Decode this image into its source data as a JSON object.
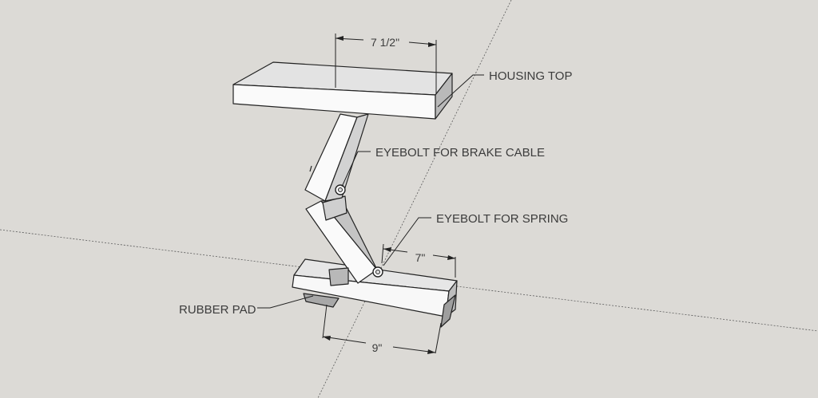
{
  "dimensions": {
    "top_width": "7 1/2\"",
    "spring_offset": "7\"",
    "base_length": "9\""
  },
  "labels": {
    "housing_top": "HOUSING TOP",
    "eyebolt_brake_cable": "EYEBOLT FOR BRAKE CABLE",
    "eyebolt_spring": "EYEBOLT FOR SPRING",
    "rubber_pad": "RUBBER PAD"
  },
  "colors": {
    "background": "#dcdad6",
    "face_light": "#f7f7f7",
    "face_mid": "#e4e4e4",
    "face_dark": "#b9b9b9",
    "edge": "#222222"
  }
}
